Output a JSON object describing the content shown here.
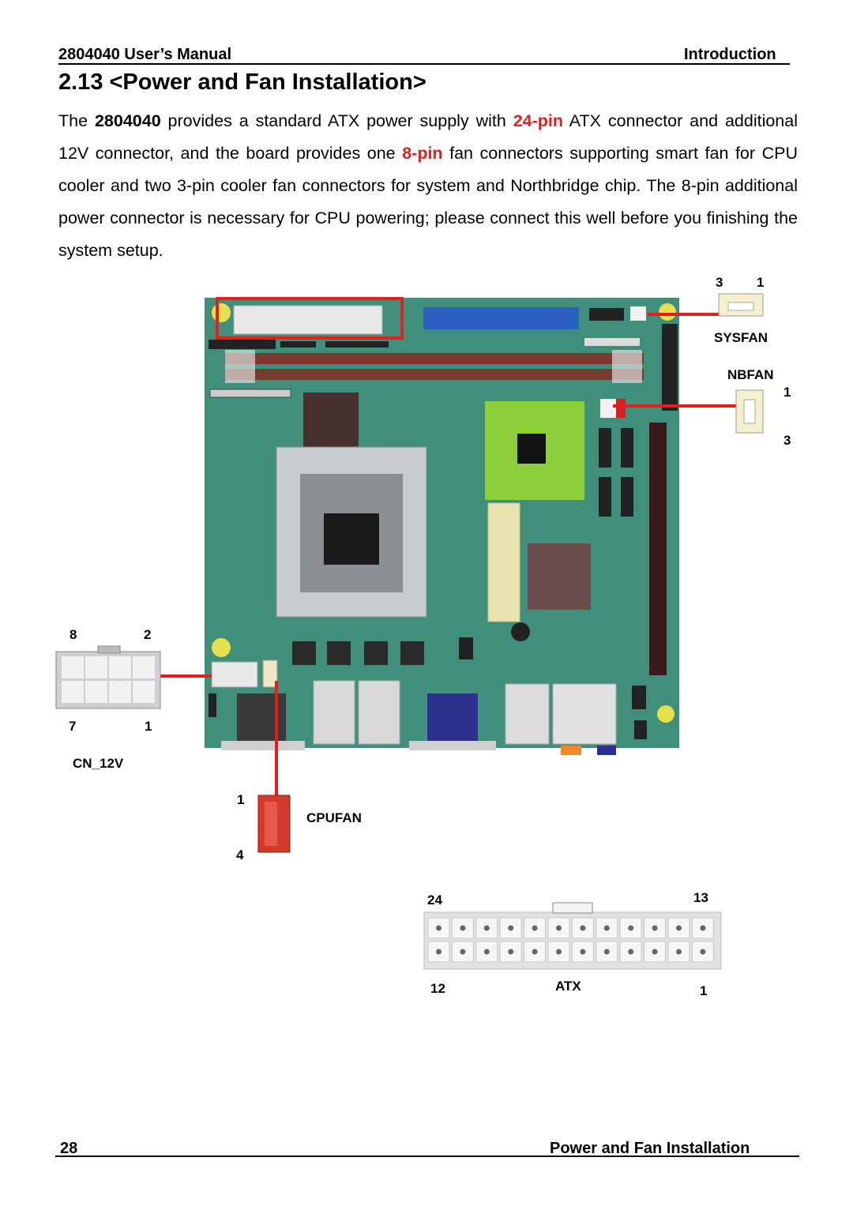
{
  "header": {
    "left": "2804040 User’s Manual",
    "right": "Introduction"
  },
  "section_title": "2.13 <Power and Fan Installation>",
  "paragraph": {
    "p1": "The ",
    "model": "2804040",
    "p2": " provides a standard ATX power supply with ",
    "hl1": "24-pin",
    "p3": " ATX connector and additional 12V connector, and the board provides one ",
    "hl2": "8-pin",
    "p4": " fan connectors supporting smart fan for CPU cooler and two 3-pin cooler fan connectors for system and Northbridge chip. The 8-pin additional power connector is necessary for CPU powering; please connect this well before you finishing the system setup."
  },
  "sysfan": {
    "name": "SYSFAN",
    "pin_left": "3",
    "pin_right": "1"
  },
  "nbfan": {
    "name": "NBFAN",
    "pin_top": "1",
    "pin_bottom": "3"
  },
  "cn12v": {
    "name": "CN_12V",
    "pin_tl": "8",
    "pin_tr": "2",
    "pin_bl": "7",
    "pin_br": "1"
  },
  "cpufan": {
    "name": "CPUFAN",
    "pin_top": "1",
    "pin_bottom": "4"
  },
  "atx": {
    "name": "ATX",
    "pin_tl": "24",
    "pin_tr": "13",
    "pin_bl": "12",
    "pin_br": "1"
  },
  "footer": {
    "page": "28",
    "title": "Power and Fan Installation"
  },
  "colors": {
    "highlight": "#e41e1e",
    "pcb": "#3f8f7a"
  }
}
